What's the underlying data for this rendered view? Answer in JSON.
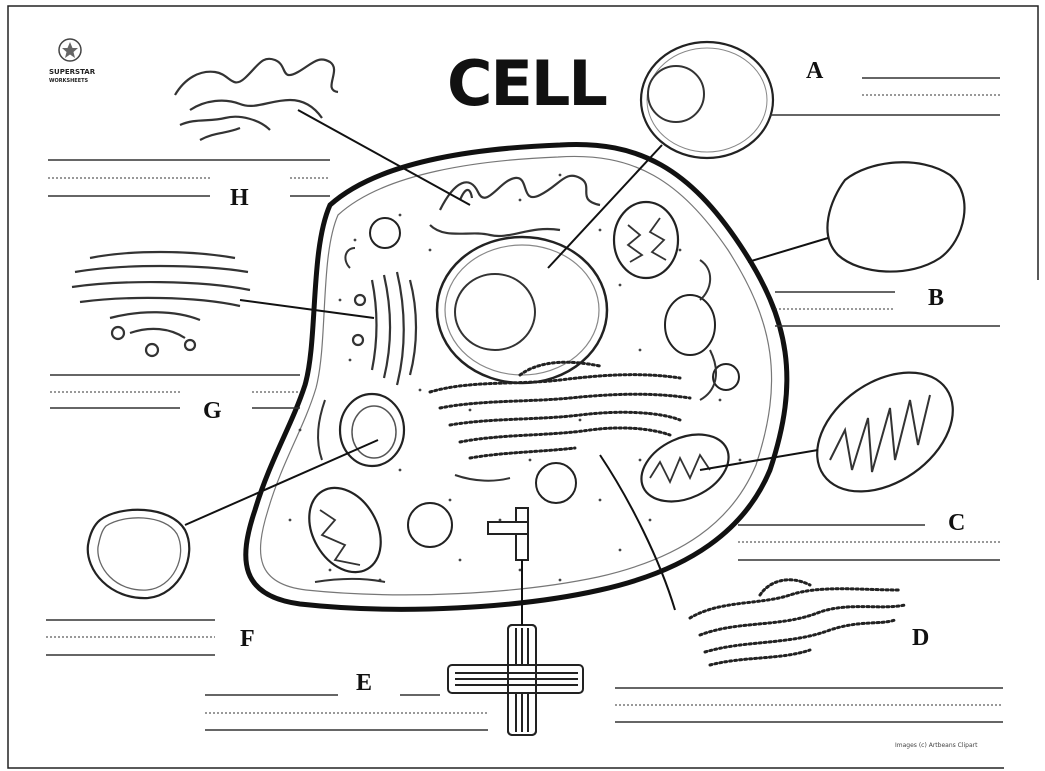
{
  "title": "CELL",
  "brand": {
    "line1": "SUPERSTAR",
    "line2": "WORKSHEETS"
  },
  "credit": "Images (c) Artbeans Clipart",
  "labels": {
    "A": "A",
    "B": "B",
    "C": "C",
    "D": "D",
    "E": "E",
    "F": "F",
    "G": "G",
    "H": "H"
  },
  "colors": {
    "ink": "#111111",
    "line": "#333333",
    "paper": "#ffffff"
  }
}
